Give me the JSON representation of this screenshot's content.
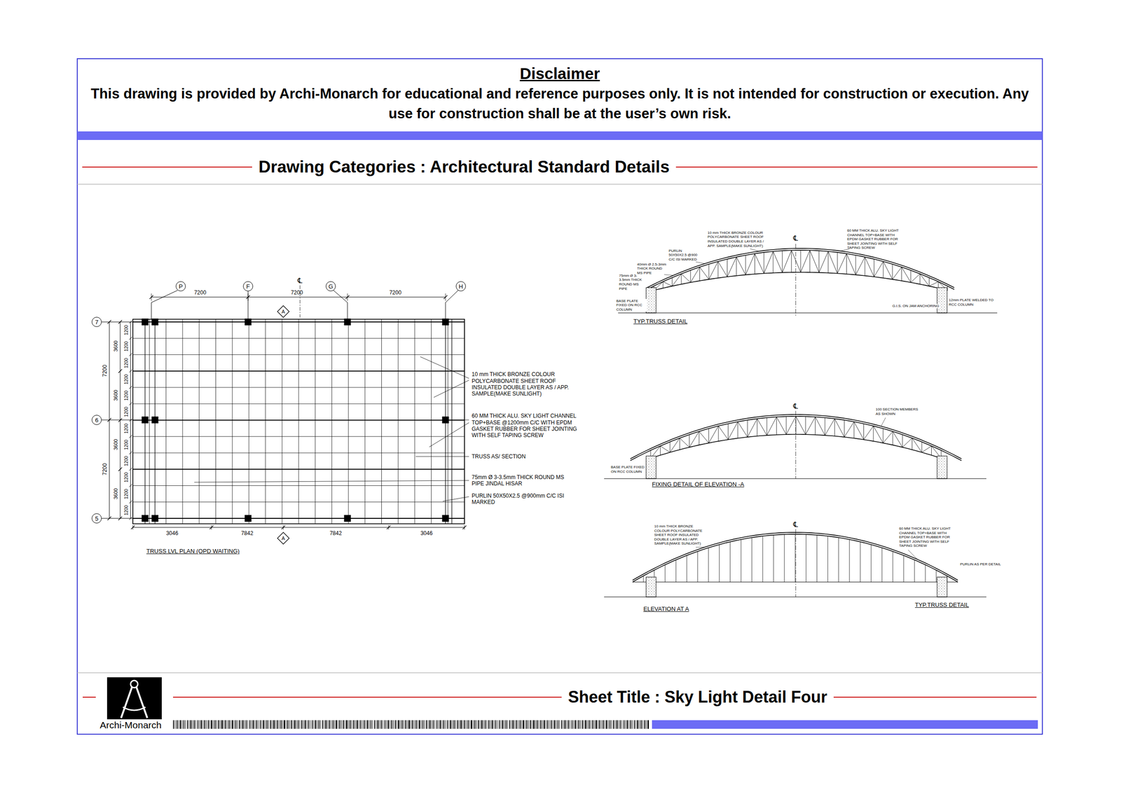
{
  "diagram": {
    "title": "Drawing Categories : Architectural Standard Details",
    "nodes": [
      {
        "text": [
          "P"
        ]
      },
      {
        "text": [
          "F"
        ]
      },
      {
        "text": [
          "G"
        ]
      },
      {
        "text": [
          "H"
        ]
      },
      {
        "text": [
          "A"
        ]
      },
      {
        "text": [
          "7"
        ]
      },
      {
        "text": [
          "6"
        ]
      },
      {
        "text": [
          "5"
        ]
      },
      {
        "text": [
          "A"
        ]
      }
    ],
    "labels": [
      "Disclaimer",
      "This drawing is provided by Archi-Monarch for educational and reference purposes only. It is not intended for construction or execution. Any use for construction shall be at the user’s own risk.",
      "Sheet Title : Sky Light Detail Four",
      "Archi-Monarch",
      "TRUSS LVL PLAN (OPD WAITING)",
      "℄",
      "7200",
      "7200",
      "7200",
      "3046",
      "7842",
      "7842",
      "3046",
      "7200",
      "7200",
      "3600",
      "3600",
      "3600",
      "3600",
      "1200",
      "1200",
      "1200",
      "1200",
      "1200",
      "1200",
      "1200",
      "1200",
      "1200",
      "1200",
      "1200",
      "1200",
      "10 mm THICK BRONZE COLOUR POLYCARBONATE SHEET ROOF INSULATED DOUBLE LAYER AS / APP. SAMPLE(MAKE SUNLIGHT)",
      "60 MM THICK ALU. SKY LIGHT CHANNEL TOP+BASE @1200mm C/C WITH EPDM GASKET RUBBER FOR SHEET JOINTING WITH SELF TAPING SCREW",
      "TRUSS AS/ SECTION",
      "75mm Ø 3-3.5mm THICK ROUND MS PIPE JINDAL HISAR",
      "PURLIN 50X50X2.5 @900mm C/C ISI MARKED",
      "TYP.TRUSS DETAIL",
      "FIXING DETAIL OF ELEVATION -A",
      "ELEVATION AT A",
      "TYP.TRUSS DETAIL",
      "℄",
      "℄",
      "℄",
      "10 mm THICK BRONZE COLOUR POLYCARBONATE SHEET ROOF INSULATED DOUBLE LAYER AS / APP. SAMPLE(MAKE SUNLIGHT)",
      "60 MM THICK ALU. SKY LIGHT CHANNEL TOP+BASE WITH EPDM GASKET RUBBER FOR SHEET JOINTING WITH SELF TAPING SCREW",
      "PURLIN 50X50X2.5 @900 C/C ISI MARKED",
      "40mm Ø 2.5-3mm THICK ROUND MS PIPE",
      "75mm Ø 3-3.5mm THICK ROUND MS PIPE",
      "BASE PLATE FIXED ON RCC COLUMN",
      "G.I.S. ON JAM ANCHORING",
      "12mm PLATE WELDED TO RCC COLUMN",
      "100 SECTION MEMBERS AS SHOWN",
      "BASE PLATE FIXED ON RCC COLUMN",
      "10 mm THICK BRONZE COLOUR POLYCARBONATE SHEET ROOF INSULATED DOUBLE LAYER AS / APP. SAMPLE(MAKE SUNLIGHT)",
      "60 MM THICK ALU. SKY LIGHT CHANNEL TOP+BASE WITH EPDM GASKET RUBBER FOR SHEET JOINTING WITH SELF TAPING SCREW",
      "PURLIN AS PER DETAIL"
    ]
  }
}
